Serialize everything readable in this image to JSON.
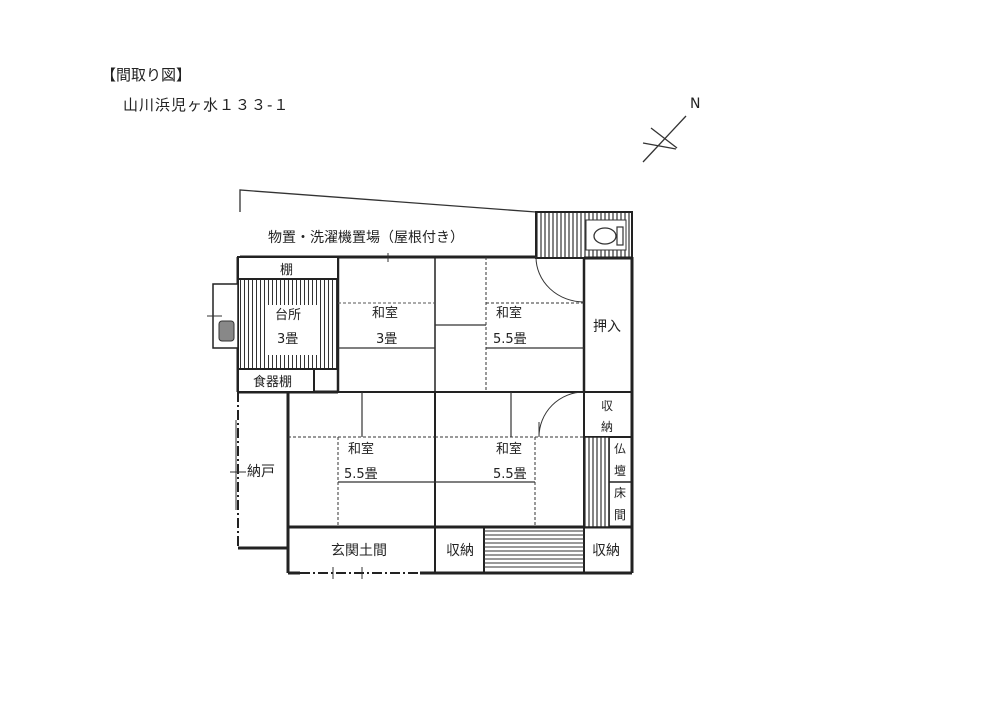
{
  "header": {
    "title": "【間取り図】",
    "address": "山川浜児ヶ水１３３-１"
  },
  "compass": {
    "label": "N"
  },
  "rooms": {
    "storage_laundry": "物置・洗濯機置場（屋根付き）",
    "shelf": "棚",
    "kitchen": "台所",
    "kitchen_size": "3畳",
    "washitsu_3": "和室",
    "washitsu_3_size": "3畳",
    "washitsu_55_ne": "和室",
    "washitsu_55_ne_size": "5.5畳",
    "oshiire": "押入",
    "shuno_small_1": "収",
    "shuno_small_2": "納",
    "cupboard": "食器棚",
    "nando": "納戸",
    "washitsu_55_sw": "和室",
    "washitsu_55_sw_size": "5.5畳",
    "washitsu_55_se": "和室",
    "washitsu_55_se_size": "5.5畳",
    "butsudan_1": "仏",
    "butsudan_2": "壇",
    "tokonoma_1": "床",
    "tokonoma_2": "間",
    "genkan": "玄関土間",
    "shuno_left": "収納",
    "shuno_right": "収納"
  },
  "colors": {
    "wall": "#222222",
    "line": "#333333",
    "background": "#ffffff"
  }
}
